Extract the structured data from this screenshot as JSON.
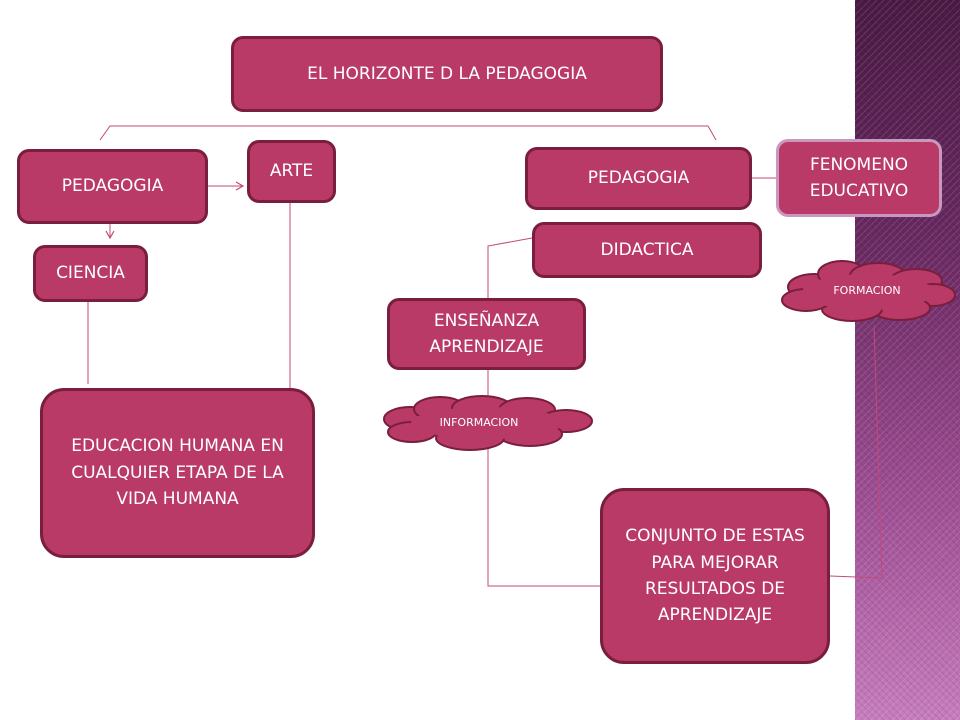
{
  "nodes": {
    "title": "EL HORIZONTE D LA PEDAGOGIA",
    "pedagogia_left": "PEDAGOGIA",
    "arte": "ARTE",
    "ciencia": "CIENCIA",
    "educacion": "EDUCACION HUMANA EN CUALQUIER ETAPA DE LA VIDA HUMANA",
    "pedagogia_right": "PEDAGOGIA",
    "fenomeno": "FENOMENO EDUCATIVO",
    "didactica": "DIDACTICA",
    "ensenanza": "ENSEÑANZA APRENDIZAJE",
    "conjunto": "CONJUNTO  DE ESTAS PARA MEJORAR RESULTADOS DE APRENDIZAJE"
  },
  "clouds": {
    "formacion": "FORMACION",
    "informacion": "INFORMACION"
  },
  "colors": {
    "box_fill": "#b93a66",
    "box_border": "#7a1e3d",
    "connector": "#c04a78"
  }
}
